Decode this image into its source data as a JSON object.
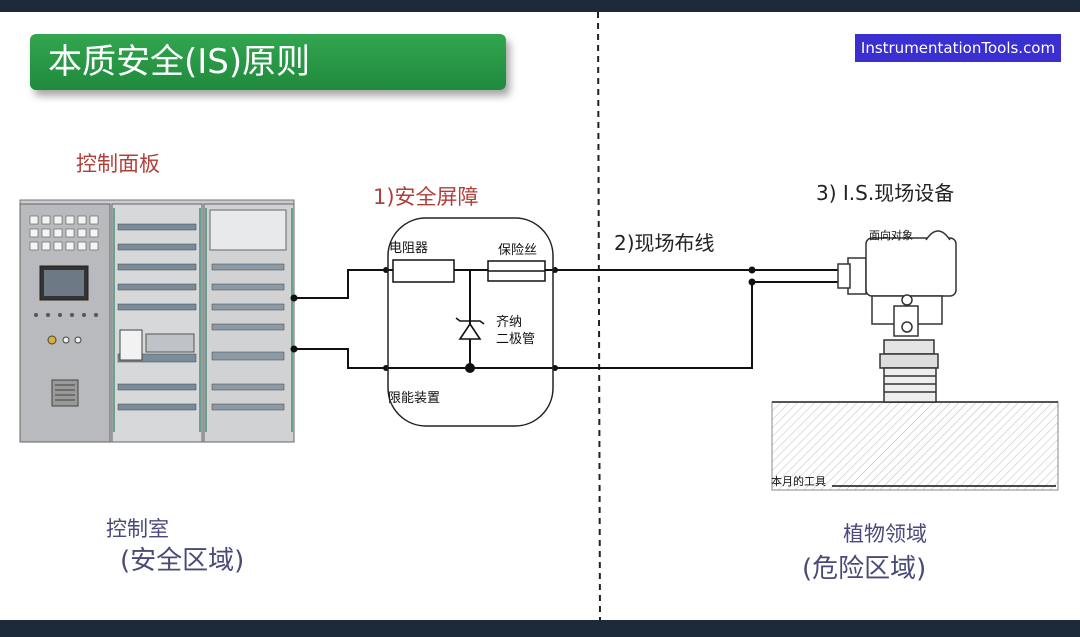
{
  "title": "本质安全(IS)原则",
  "watermark": "InstrumentationTools.com",
  "labels": {
    "control_panel": "控制面板",
    "safety_barrier": "1)安全屏障",
    "field_wiring": "2)现场布线",
    "is_field_device": "3) I.S.现场设备",
    "resistor": "电阻器",
    "fuse": "保险丝",
    "zener_line1": "齐纳",
    "zener_line2": "二极管",
    "energy_limiter": "限能装置",
    "facing_object": "面向对象",
    "month_tool": "本月的工具",
    "control_room": "控制室",
    "safe_area": "(安全区域)",
    "plant_area": "植物领域",
    "hazardous_area": "(危险区域)"
  },
  "colors": {
    "title_banner": "#2a9a48",
    "watermark_bg": "#3a2fd0",
    "accent_red": "#b0403a",
    "zone_text": "#4a4a7a"
  }
}
